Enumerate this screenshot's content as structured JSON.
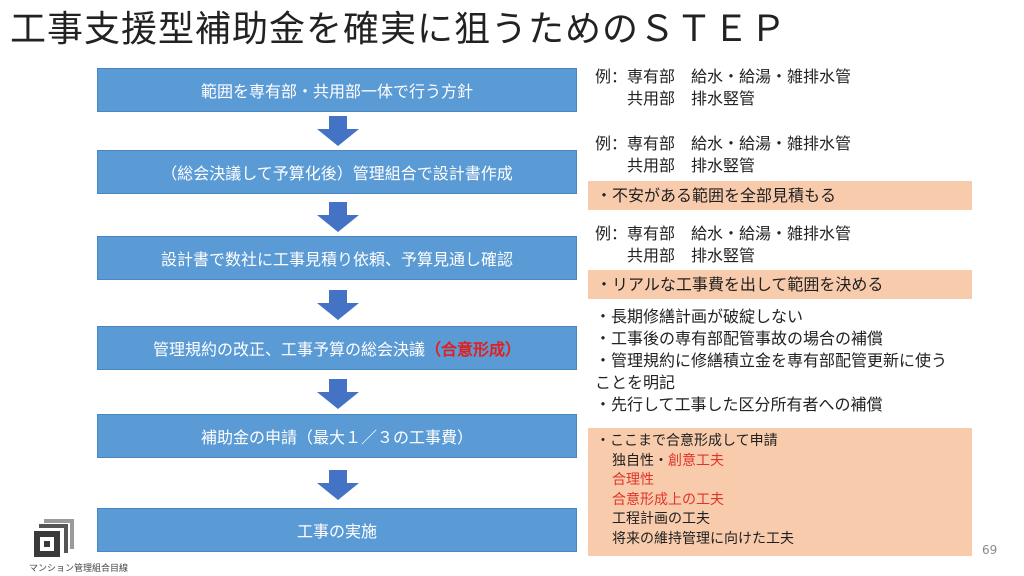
{
  "title": "工事支援型補助金を確実に狙うためのＳＴＥＰ",
  "steps": [
    {
      "label": "範囲を専有部・共用部一体で行う方針",
      "highlight": ""
    },
    {
      "label": "（総会決議して予算化後）管理組合で設計書作成",
      "highlight": ""
    },
    {
      "label": "設計書で数社に工事見積り依頼、予算見通し確認",
      "highlight": ""
    },
    {
      "label": "管理規約の改正、工事予算の総会決議",
      "highlight": "（合意形成）"
    },
    {
      "label": "補助金の申請（最大１／３の工事費）",
      "highlight": ""
    },
    {
      "label": "工事の実施",
      "highlight": ""
    }
  ],
  "notes": [
    {
      "line1": "例：専有部　給水・給湯・雑排水管",
      "line2": "共用部　排水竪管"
    },
    {
      "line1": "例：専有部　給水・給湯・雑排水管",
      "line2": "共用部　排水竪管"
    },
    {
      "line1": "例：専有部　給水・給湯・雑排水管",
      "line2": "共用部　排水竪管"
    }
  ],
  "boxes": [
    "・不安がある範囲を全部見積もる",
    "・リアルな工事費を出して範囲を決める"
  ],
  "bullets": [
    "・長期修繕計画が破綻しない",
    "・工事後の専有部配管事故の場合の補償",
    "・管理規約に修繕積立金を専有部配管更新に使う",
    "ことを明記",
    "・先行して工事した区分所有者への補償"
  ],
  "application_box": {
    "heading": "・ここまで合意形成して申請",
    "item1_prefix": "独自性・",
    "item1_red": "創意工夫",
    "item2": "合理性",
    "item3": "合意形成上の工夫",
    "item4": "工程計画の工夫",
    "item5": "将来の維持管理に向けた工夫"
  },
  "colors": {
    "step_fill": "#5b9bd5",
    "arrow": "#4472c4",
    "box_fill": "#f8cbad",
    "highlight_red": "#e02020"
  },
  "page_number": "69",
  "logo_text": "マンション管理組合目線",
  "icons": {
    "arrow": "down-arrow-icon",
    "logo": "logo-icon"
  }
}
